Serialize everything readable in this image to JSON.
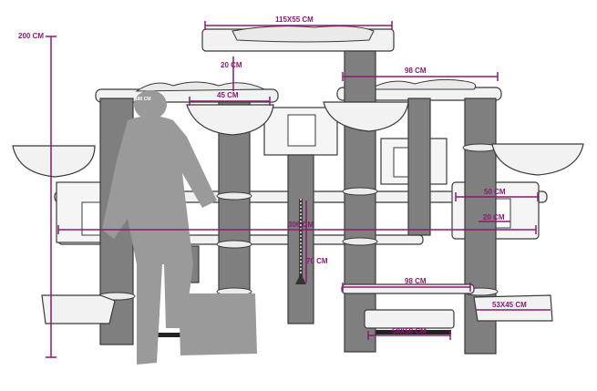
{
  "dimensions": {
    "height_total": "200 CM",
    "top_platform": "115X55 CM",
    "post_gap": "20 CM",
    "right_top_width": "98 CM",
    "bowl_width": "45 CM",
    "person_height": "180 CM",
    "right_box_width": "50 CM",
    "right_box_hole": "20 CM",
    "total_width": "306 CM",
    "rope_post": "70 CM",
    "right_lower_width": "98 CM",
    "step_platform": "53X45 CM",
    "base_platform": "58X58 CM"
  },
  "colors": {
    "accent": "#8b1a6e",
    "post": "#7f7f7f",
    "outline": "#3a3a3a",
    "person": "#9a9a9a"
  }
}
